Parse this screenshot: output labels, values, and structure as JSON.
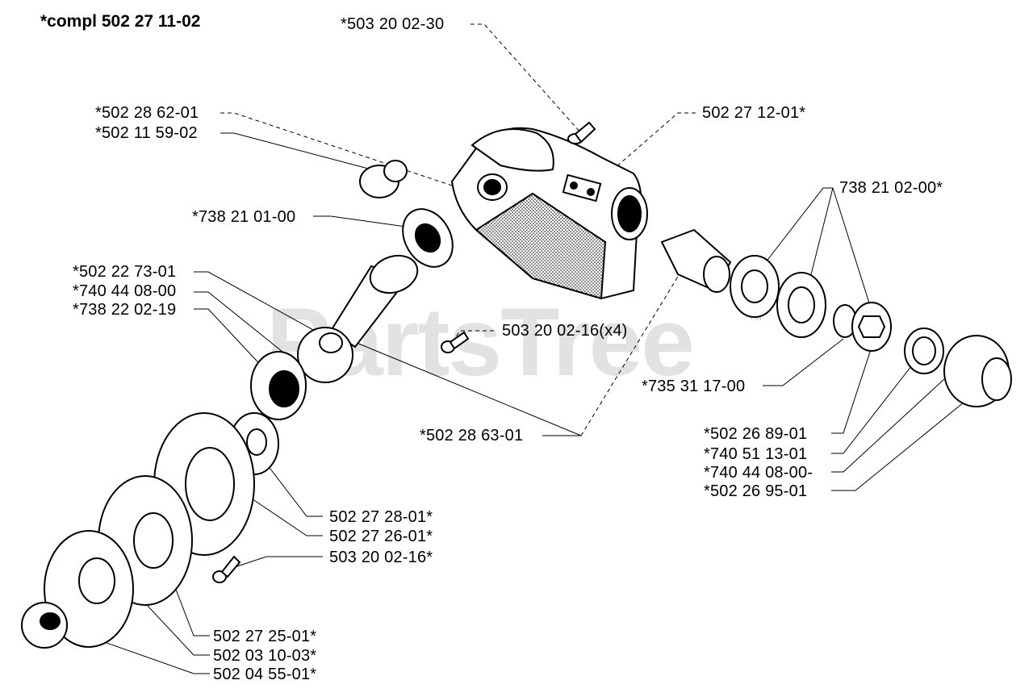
{
  "diagram": {
    "title": "*compl 502 27 11-02",
    "watermark": "PartsTree",
    "trademark": "TM",
    "labels": {
      "l1": "*503 20 02-30",
      "l2": "*502 28 62-01",
      "l3": "*502 11 59-02",
      "l4": "502 27 12-01*",
      "l5": "*738 21 01-00",
      "l6": "738 21 02-00*",
      "l7": "*502 22 73-01",
      "l8": "*740 44 08-00",
      "l9": "*738 22 02-19",
      "l10": "503 20 02-16(x4)",
      "l11": "*735 31 17-00",
      "l12": "*502 28 63-01",
      "l13": "*502 26 89-01",
      "l14": "*740 51 13-01",
      "l15": "*740 44 08-00-",
      "l16": "*502 26 95-01",
      "l17": "502 27 28-01*",
      "l18": "502 27 26-01*",
      "l19": "503 20 02-16*",
      "l20": "502 27 25-01*",
      "l21": "502 03 10-03*",
      "l22": "502 04 55-01*"
    }
  }
}
